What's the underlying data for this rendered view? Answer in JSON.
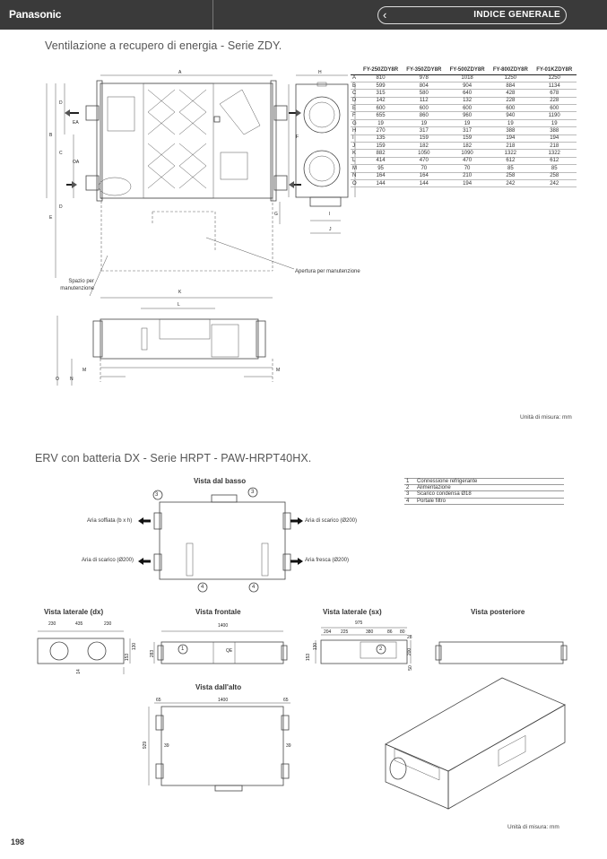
{
  "header": {
    "brand": "Panasonic",
    "index_label": "INDICE GENERALE",
    "back_glyph": "‹"
  },
  "section1": {
    "title": "Ventilazione a recupero di energia - Serie ZDY.",
    "labels": {
      "spazio": "Spazio per manutenzione",
      "apertura": "Apertura per manutenzione",
      "ea": "EA",
      "oa": "OA"
    },
    "dim_letters": [
      "A",
      "B",
      "C",
      "D",
      "E",
      "F",
      "G",
      "H",
      "I",
      "J",
      "K",
      "L",
      "M",
      "N",
      "O"
    ],
    "table": {
      "columns": [
        "",
        "FY-250ZDY8R",
        "FY-350ZDY8R",
        "FY-500ZDY8R",
        "FY-800ZDY8R",
        "FY-01KZDY8R"
      ],
      "rows": [
        [
          "A",
          "810",
          "978",
          "1018",
          "1250",
          "1250"
        ],
        [
          "B",
          "599",
          "804",
          "904",
          "884",
          "1134"
        ],
        [
          "C",
          "315",
          "580",
          "640",
          "428",
          "678"
        ],
        [
          "D",
          "142",
          "112",
          "132",
          "228",
          "228"
        ],
        [
          "E",
          "600",
          "600",
          "600",
          "600",
          "600"
        ],
        [
          "F",
          "655",
          "860",
          "960",
          "940",
          "1190"
        ],
        [
          "G",
          "19",
          "19",
          "19",
          "19",
          "19"
        ],
        [
          "H",
          "270",
          "317",
          "317",
          "388",
          "388"
        ],
        [
          "I",
          "135",
          "159",
          "159",
          "194",
          "194"
        ],
        [
          "J",
          "159",
          "182",
          "182",
          "218",
          "218"
        ],
        [
          "K",
          "882",
          "1050",
          "1090",
          "1322",
          "1322"
        ],
        [
          "L",
          "414",
          "470",
          "470",
          "612",
          "612"
        ],
        [
          "M",
          "95",
          "70",
          "70",
          "85",
          "85"
        ],
        [
          "N",
          "164",
          "164",
          "210",
          "258",
          "258"
        ],
        [
          "O",
          "144",
          "144",
          "194",
          "242",
          "242"
        ]
      ]
    },
    "unit_note": "Unità di misura: mm"
  },
  "section2": {
    "title": "ERV con batteria DX - Serie HRPT - PAW-HRPT40HX.",
    "legend": [
      {
        "num": "1",
        "text": "Connessione refrigerante"
      },
      {
        "num": "2",
        "text": "Alimentazione"
      },
      {
        "num": "3",
        "text": "Scarico condensa Ø18"
      },
      {
        "num": "4",
        "text": "Portale filtro"
      }
    ],
    "bottom_view": {
      "title": "Vista dal basso",
      "left_top": "Aria soffiata (b x h)",
      "left_bottom": "Aria di scarico (Ø200)",
      "right_top": "Aria di scarico (Ø200)",
      "right_bottom": "Aria fresca (Ø200)",
      "marker3": "3",
      "marker4": "4"
    },
    "side_dx": {
      "title": "Vista laterale (dx)",
      "d1": "230",
      "d2": "435",
      "d3": "230",
      "h1": "153",
      "h2": "130",
      "h3": "14"
    },
    "front": {
      "title": "Vista frontale",
      "w": "1400",
      "h": "283",
      "marker": "1",
      "label": "QE"
    },
    "side_sx": {
      "title": "Vista laterale (sx)",
      "w": "975",
      "d1": "204",
      "d2": "225",
      "d3": "380",
      "d4": "86",
      "d5": "80",
      "d6": "28",
      "h1": "153",
      "h2": "130",
      "h3": "200",
      "h4": "50",
      "marker": "2"
    },
    "rear": {
      "title": "Vista posteriore"
    },
    "top": {
      "title": "Vista dall'alto",
      "w": "1400",
      "m1": "65",
      "m2": "65",
      "h": "929",
      "i1": "39",
      "i2": "39"
    },
    "unit_note": "Unità di misura: mm"
  },
  "page_number": "198"
}
